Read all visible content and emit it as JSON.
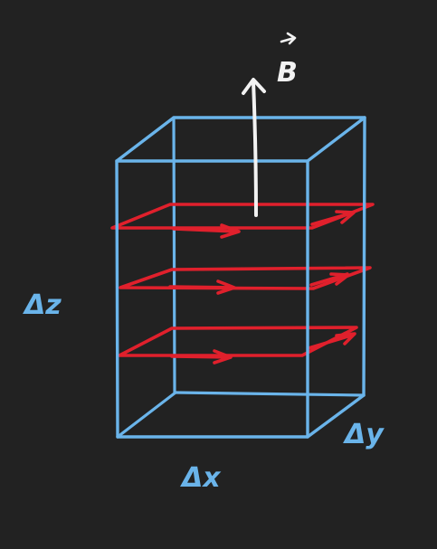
{
  "colors": {
    "background": "#222222",
    "box": "#6ab4ea",
    "loop": "#e0202c",
    "field": "#f2f2f2"
  },
  "labels": {
    "field_vector": "B",
    "dz": "Δz",
    "dx": "Δx",
    "dy": "Δy"
  }
}
